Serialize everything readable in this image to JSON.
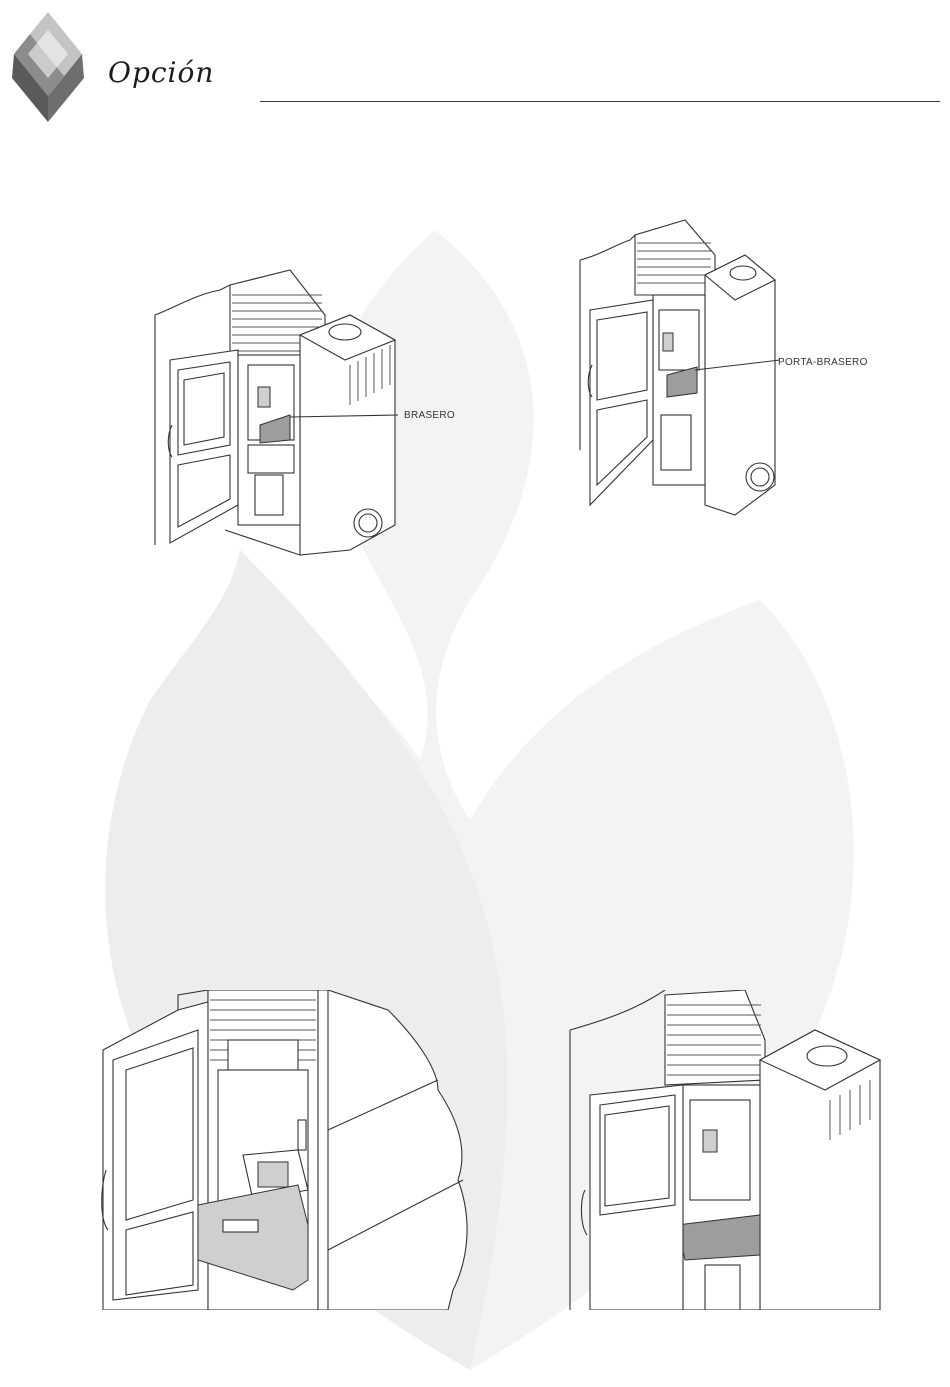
{
  "header": {
    "brand": "Opción",
    "logo_icon": "diamond-flame-logo-icon"
  },
  "watermark": {
    "icon": "flame-watermark-icon",
    "color": "#f2f2f2"
  },
  "figures": {
    "fig1": {
      "callout": "BRASERO"
    },
    "fig2": {
      "callout": "PORTA-BRASERO"
    }
  },
  "colors": {
    "line": "#333333",
    "logo_dark": "#5a5a5a",
    "logo_mid": "#8c8c8c",
    "logo_light": "#c4c4c4"
  }
}
